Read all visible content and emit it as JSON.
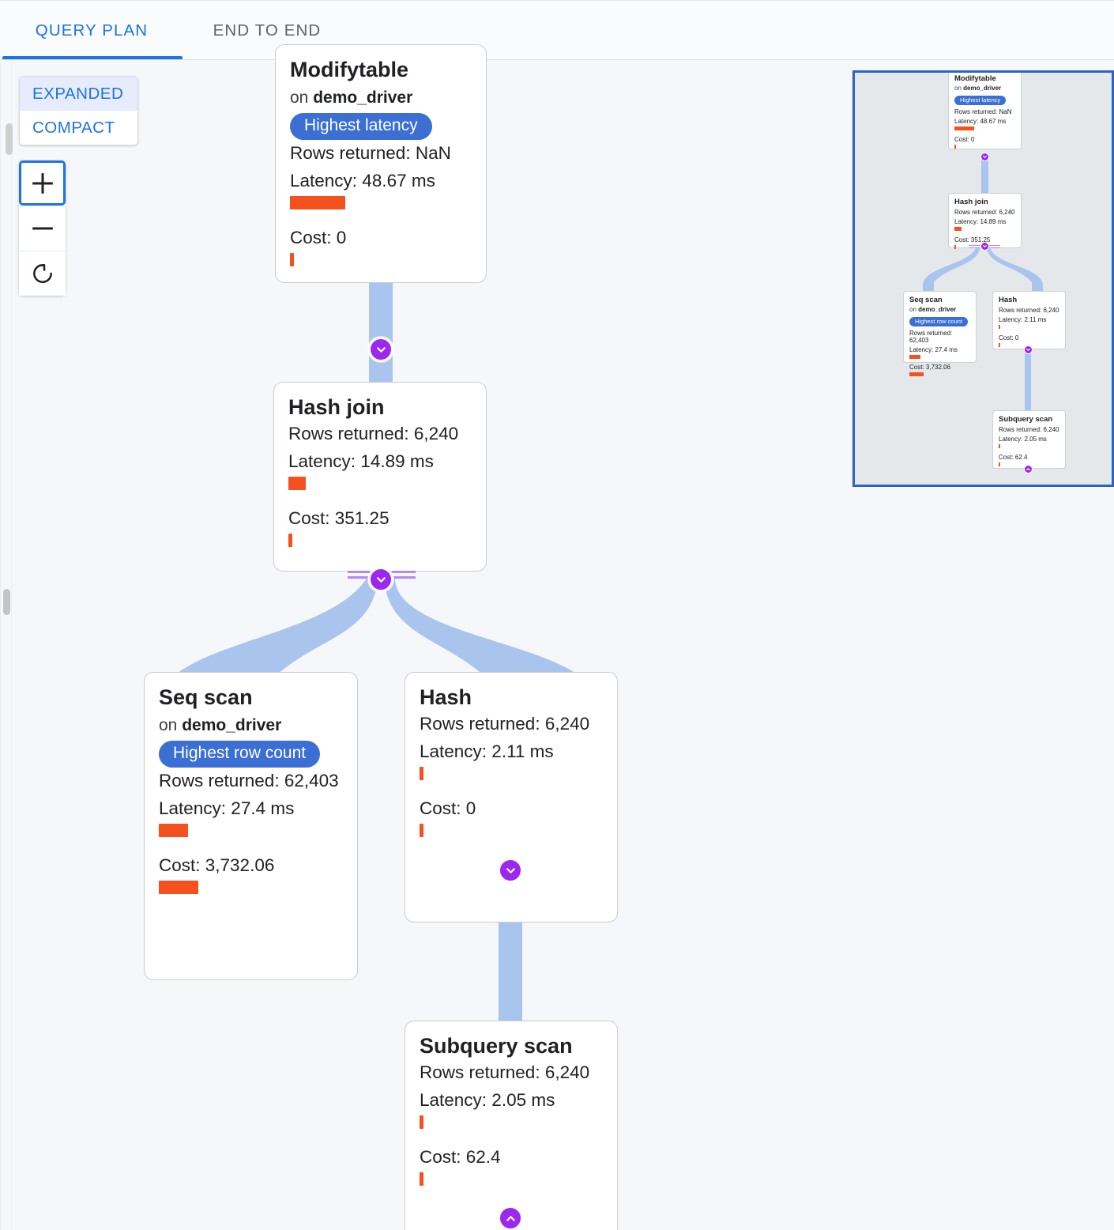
{
  "tabs": [
    {
      "label": "QUERY PLAN",
      "active": true
    },
    {
      "label": "END TO END",
      "active": false
    }
  ],
  "controls": {
    "mode": {
      "expanded_label": "EXPANDED",
      "compact_label": "COMPACT",
      "selected": "EXPANDED"
    },
    "zoom_in_label": "+",
    "zoom_out_label": "−",
    "reset_label": "reset-icon"
  },
  "colors": {
    "accent_blue": "#1a73e8",
    "badge_blue": "#3b6fd4",
    "bar_orange": "#f4511e",
    "edge_blue": "#a9c5ed",
    "chevron_purple": "#9c27f0",
    "canvas_bg": "#f5f7fa",
    "minimap_bg": "#e5e8eb",
    "minimap_border": "#2b63c4"
  },
  "labels": {
    "rows_returned": "Rows returned:",
    "latency": "Latency:",
    "cost": "Cost:",
    "on": "on"
  },
  "plan": {
    "nodes": [
      {
        "id": "modifytable",
        "title": "Modifytable",
        "relation_prefix": "on",
        "relation": "demo_driver",
        "badge": "Highest latency",
        "rows_returned": "Rows returned: NaN",
        "latency": "Latency: 48.67 ms",
        "latency_bar_pct": 36,
        "cost": "Cost: 0",
        "cost_bar_pct": 2
      },
      {
        "id": "hashjoin",
        "title": "Hash join",
        "relation_prefix": "",
        "relation": "",
        "badge": "",
        "rows_returned": "Rows returned: 6,240",
        "latency": "Latency: 14.89 ms",
        "latency_bar_pct": 10,
        "cost": "Cost: 351.25",
        "cost_bar_pct": 2
      },
      {
        "id": "seqscan",
        "title": "Seq scan",
        "relation_prefix": "on",
        "relation": "demo_driver",
        "badge": "Highest row count",
        "rows_returned": "Rows returned: 62,403",
        "latency": "Latency: 27.4 ms",
        "latency_bar_pct": 17,
        "cost": "Cost: 3,732.06",
        "cost_bar_pct": 22
      },
      {
        "id": "hash",
        "title": "Hash",
        "relation_prefix": "",
        "relation": "",
        "badge": "",
        "rows_returned": "Rows returned: 6,240",
        "latency": "Latency: 2.11 ms",
        "latency_bar_pct": 2,
        "cost": "Cost: 0",
        "cost_bar_pct": 2
      },
      {
        "id": "subqueryscan",
        "title": "Subquery scan",
        "relation_prefix": "",
        "relation": "",
        "badge": "",
        "rows_returned": "Rows returned: 6,240",
        "latency": "Latency: 2.05 ms",
        "latency_bar_pct": 2,
        "cost": "Cost: 62.4",
        "cost_bar_pct": 2
      }
    ]
  },
  "minimap": {
    "nodes": [
      {
        "id": "mini-modifytable",
        "title": "Modifytable",
        "relation_prefix": "on",
        "relation": "demo_driver",
        "badge": "Highest latency",
        "rows_returned": "Rows returned: NaN",
        "latency": "Latency: 48.67 ms",
        "cost": "Cost: 0"
      },
      {
        "id": "mini-hashjoin",
        "title": "Hash join",
        "relation_prefix": "",
        "relation": "",
        "badge": "",
        "rows_returned": "Rows returned: 6,240",
        "latency": "Latency: 14.89 ms",
        "cost": "Cost: 351.25"
      },
      {
        "id": "mini-seqscan",
        "title": "Seq scan",
        "relation_prefix": "on",
        "relation": "demo_driver",
        "badge": "Highest row count",
        "rows_returned": "Rows returned: 62,403",
        "latency": "Latency: 27.4 ms",
        "cost": "Cost: 3,732.06"
      },
      {
        "id": "mini-hash",
        "title": "Hash",
        "relation_prefix": "",
        "relation": "",
        "badge": "",
        "rows_returned": "Rows returned: 6,240",
        "latency": "Latency: 2.11 ms",
        "cost": "Cost: 0"
      },
      {
        "id": "mini-subqueryscan",
        "title": "Subquery scan",
        "relation_prefix": "",
        "relation": "",
        "badge": "",
        "rows_returned": "Rows returned: 6,240",
        "latency": "Latency: 2.05 ms",
        "cost": "Cost: 62.4"
      }
    ]
  }
}
